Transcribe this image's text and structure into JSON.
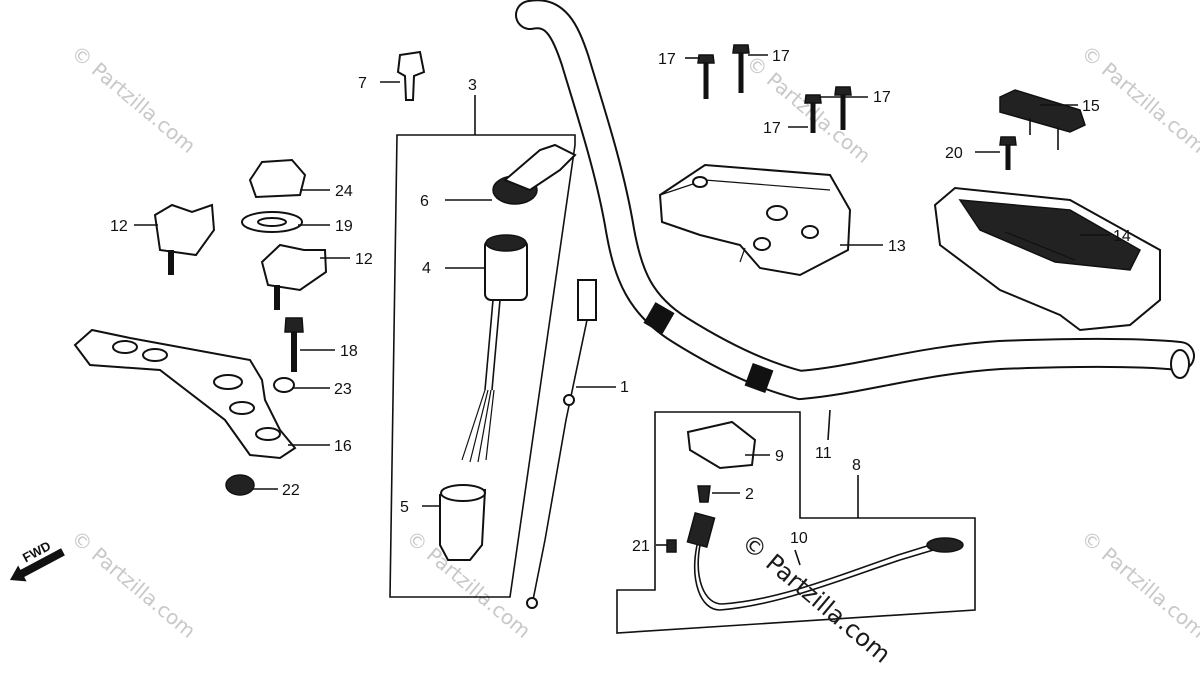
{
  "diagram": {
    "callouts": {
      "c1": "1",
      "c2": "2",
      "c3": "3",
      "c4": "4",
      "c5": "5",
      "c6": "6",
      "c7": "7",
      "c8": "8",
      "c9": "9",
      "c10": "10",
      "c11": "11",
      "c12a": "12",
      "c12b": "12",
      "c13": "13",
      "c14": "14",
      "c15": "15",
      "c16": "16",
      "c17a": "17",
      "c17b": "17",
      "c17c": "17",
      "c17d": "17",
      "c18": "18",
      "c19": "19",
      "c20": "20",
      "c21": "21",
      "c22": "22",
      "c23": "23",
      "c24": "24"
    },
    "fwd_label": "FWD",
    "watermark": "© Partzilla.com",
    "watermark_short": "Partzilla.com"
  }
}
